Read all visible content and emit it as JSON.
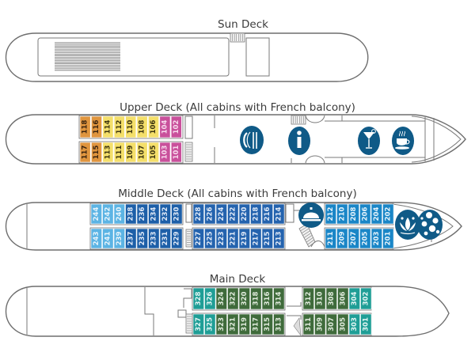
{
  "decks": {
    "sun": {
      "title": "Sun Deck"
    },
    "upper": {
      "title": "Upper Deck (All cabins with French balcony)",
      "top_row": [
        {
          "num": "118",
          "cat": "orange"
        },
        {
          "num": "116",
          "cat": "orange"
        },
        {
          "num": "114",
          "cat": "yellow"
        },
        {
          "num": "112",
          "cat": "yellow"
        },
        {
          "num": "110",
          "cat": "yellow"
        },
        {
          "num": "108",
          "cat": "yellow"
        },
        {
          "num": "106",
          "cat": "yellow"
        },
        {
          "num": "104",
          "cat": "pink"
        },
        {
          "num": "102",
          "cat": "pink"
        }
      ],
      "bottom_row": [
        {
          "num": "117",
          "cat": "orange"
        },
        {
          "num": "115",
          "cat": "orange"
        },
        {
          "num": "113",
          "cat": "yellow"
        },
        {
          "num": "111",
          "cat": "yellow"
        },
        {
          "num": "109",
          "cat": "yellow"
        },
        {
          "num": "107",
          "cat": "yellow"
        },
        {
          "num": "105",
          "cat": "yellow"
        },
        {
          "num": "103",
          "cat": "pink"
        },
        {
          "num": "101",
          "cat": "pink"
        }
      ],
      "icons": [
        "restaurant-icon",
        "info-icon",
        "bar-icon",
        "cafe-icon"
      ]
    },
    "middle": {
      "title": "Middle Deck (All cabins with French balcony)",
      "aft_top": [
        {
          "num": "244",
          "cat": "lightblue"
        },
        {
          "num": "242",
          "cat": "lightblue"
        },
        {
          "num": "240",
          "cat": "lightblue"
        },
        {
          "num": "238",
          "cat": "darkblue"
        },
        {
          "num": "236",
          "cat": "darkblue"
        },
        {
          "num": "234",
          "cat": "darkblue"
        },
        {
          "num": "232",
          "cat": "darkblue"
        },
        {
          "num": "230",
          "cat": "darkblue"
        }
      ],
      "aft_bottom": [
        {
          "num": "243",
          "cat": "lightblue"
        },
        {
          "num": "241",
          "cat": "lightblue"
        },
        {
          "num": "239",
          "cat": "lightblue"
        },
        {
          "num": "237",
          "cat": "darkblue"
        },
        {
          "num": "235",
          "cat": "darkblue"
        },
        {
          "num": "233",
          "cat": "darkblue"
        },
        {
          "num": "231",
          "cat": "darkblue"
        },
        {
          "num": "229",
          "cat": "darkblue"
        }
      ],
      "mid_top": [
        {
          "num": "228",
          "cat": "navy"
        },
        {
          "num": "226",
          "cat": "navy"
        },
        {
          "num": "224",
          "cat": "navy"
        },
        {
          "num": "222",
          "cat": "navy"
        },
        {
          "num": "220",
          "cat": "navy"
        },
        {
          "num": "218",
          "cat": "navy"
        },
        {
          "num": "216",
          "cat": "navy"
        },
        {
          "num": "214",
          "cat": "navy"
        }
      ],
      "mid_bottom": [
        {
          "num": "227",
          "cat": "navy"
        },
        {
          "num": "225",
          "cat": "navy"
        },
        {
          "num": "223",
          "cat": "navy"
        },
        {
          "num": "221",
          "cat": "navy"
        },
        {
          "num": "219",
          "cat": "navy"
        },
        {
          "num": "217",
          "cat": "navy"
        },
        {
          "num": "215",
          "cat": "navy"
        },
        {
          "num": "213",
          "cat": "navy"
        }
      ],
      "fwd_top": [
        {
          "num": "212",
          "cat": "brightblue"
        },
        {
          "num": "210",
          "cat": "brightblue"
        },
        {
          "num": "208",
          "cat": "brightblue"
        },
        {
          "num": "206",
          "cat": "brightblue"
        },
        {
          "num": "204",
          "cat": "brightblue"
        },
        {
          "num": "202",
          "cat": "brightblue"
        }
      ],
      "fwd_bottom": [
        {
          "num": "211",
          "cat": "brightblue"
        },
        {
          "num": "209",
          "cat": "brightblue"
        },
        {
          "num": "207",
          "cat": "brightblue"
        },
        {
          "num": "205",
          "cat": "brightblue"
        },
        {
          "num": "203",
          "cat": "brightblue"
        },
        {
          "num": "201",
          "cat": "brightblue"
        }
      ],
      "icons": [
        "reception-bell-icon",
        "spa-lotus-icon",
        "wellness-bubbles-icon"
      ]
    },
    "main": {
      "title": "Main Deck",
      "aft_top": [
        {
          "num": "328",
          "cat": "teal"
        },
        {
          "num": "326",
          "cat": "teal"
        },
        {
          "num": "324",
          "cat": "green"
        },
        {
          "num": "322",
          "cat": "green"
        },
        {
          "num": "320",
          "cat": "green"
        },
        {
          "num": "318",
          "cat": "green"
        },
        {
          "num": "316",
          "cat": "green"
        },
        {
          "num": "314",
          "cat": "green"
        }
      ],
      "aft_bottom": [
        {
          "num": "327",
          "cat": "teal"
        },
        {
          "num": "325",
          "cat": "teal"
        },
        {
          "num": "323",
          "cat": "green"
        },
        {
          "num": "321",
          "cat": "green"
        },
        {
          "num": "319",
          "cat": "green"
        },
        {
          "num": "317",
          "cat": "green"
        },
        {
          "num": "315",
          "cat": "green"
        },
        {
          "num": "313",
          "cat": "green"
        }
      ],
      "fwd_top": [
        {
          "num": "312",
          "cat": "green"
        },
        {
          "num": "310",
          "cat": "green"
        },
        {
          "num": "308",
          "cat": "green"
        },
        {
          "num": "306",
          "cat": "green"
        },
        {
          "num": "304",
          "cat": "teal"
        },
        {
          "num": "302",
          "cat": "teal"
        }
      ],
      "fwd_bottom": [
        {
          "num": "311",
          "cat": "green"
        },
        {
          "num": "309",
          "cat": "green"
        },
        {
          "num": "307",
          "cat": "green"
        },
        {
          "num": "305",
          "cat": "green"
        },
        {
          "num": "303",
          "cat": "teal"
        },
        {
          "num": "301",
          "cat": "teal"
        }
      ]
    }
  },
  "category_colors": {
    "orange": {
      "fill": "#e0953e",
      "text": "#3a2410"
    },
    "yellow": {
      "fill": "#f4df6a",
      "text": "#3d3510"
    },
    "pink": {
      "fill": "#c9509b",
      "text": "#f7d9ec"
    },
    "lightblue": {
      "fill": "#5cb4e4",
      "text": "#e6f4fc"
    },
    "darkblue": {
      "fill": "#1d5fa8",
      "text": "#dfe9f7"
    },
    "navy": {
      "fill": "#2463ae",
      "text": "#dfe9f7"
    },
    "brightblue": {
      "fill": "#1a86c7",
      "text": "#e3f2fb"
    },
    "teal": {
      "fill": "#1f9e96",
      "text": "#e0f5f3"
    },
    "green": {
      "fill": "#3f6b3b",
      "text": "#dfeadb"
    }
  },
  "icon_color": "#0f5a87"
}
